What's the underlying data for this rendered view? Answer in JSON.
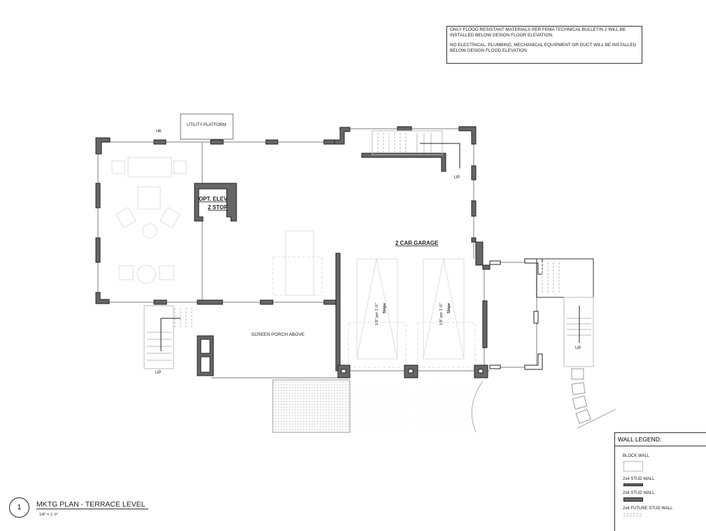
{
  "notes": [
    "ONLY FLOOD RESISTANT MATERIALS PER FEMA TECHNICAL BULLETIN 2 WILL BE INSTALLED BELOW DESIGN FLOOR ELEVATION.",
    "NO ELECTRICAL, PLUMBING, MECHANICAL EQUIPMENT OR DUCT WILL BE INSTALLED BELOW DESIGN FLOOD ELEVATION."
  ],
  "plan": {
    "hose_bib": "HB",
    "utility_platform": "UTILITY PLATFORM",
    "elevator_line1": "OPT. ELEV",
    "elevator_line2": "2 STOP",
    "garage": "2 CAR GARAGE",
    "screen_porch": "SCREEN PORCH ABOVE",
    "slope_1": "1/8\" per 1'-0\"",
    "slope_label_1": "Slope",
    "slope_2": "1/8\" per 1'-0\"",
    "slope_label_2": "Slope",
    "up_garage": "UP",
    "up_left": "UP",
    "up_right": "UP"
  },
  "legend": {
    "title": "WALL LEGEND:",
    "items": [
      "BLOCK WALL",
      "2x4 STUD WALL",
      "2x6 STUD WALL",
      "2x4 FUTURE STUD WALL"
    ]
  },
  "title_block": {
    "number": "1",
    "title": "MKTG PLAN - TERRACE LEVEL",
    "scale": "1/8\" = 1'-0\""
  }
}
